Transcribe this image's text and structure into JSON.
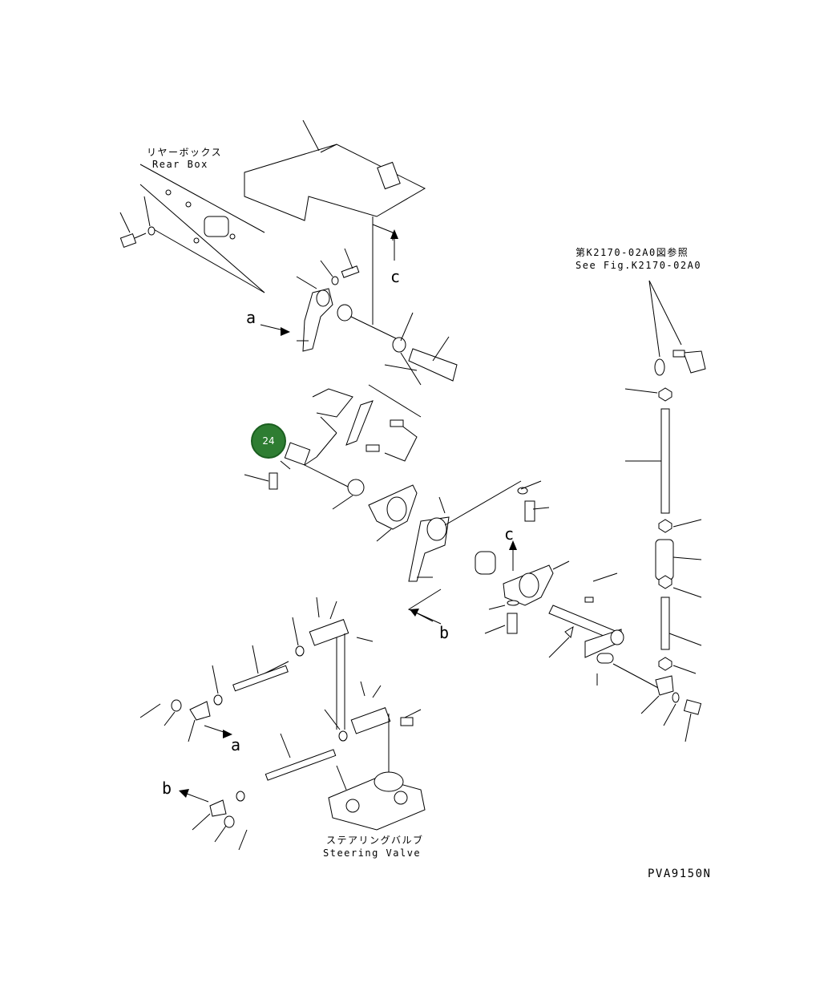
{
  "labels": {
    "rear_box_jp": "リヤーボックス",
    "rear_box_en": "Rear Box",
    "see_fig_jp": "第K2170-02A0図参照",
    "see_fig_en": "See Fig.K2170-02A0",
    "steering_valve_jp": "ステアリングバルブ",
    "steering_valve_en": "Steering Valve",
    "drawing_code": "PVA9150N"
  },
  "arrow_markers": {
    "a_upper": "a",
    "a_lower": "a",
    "b_right": "b",
    "b_lower": "b",
    "c_upper": "c",
    "c_middle": "c"
  },
  "callouts": [
    {
      "number": "24",
      "color": "#2e7d32"
    }
  ]
}
